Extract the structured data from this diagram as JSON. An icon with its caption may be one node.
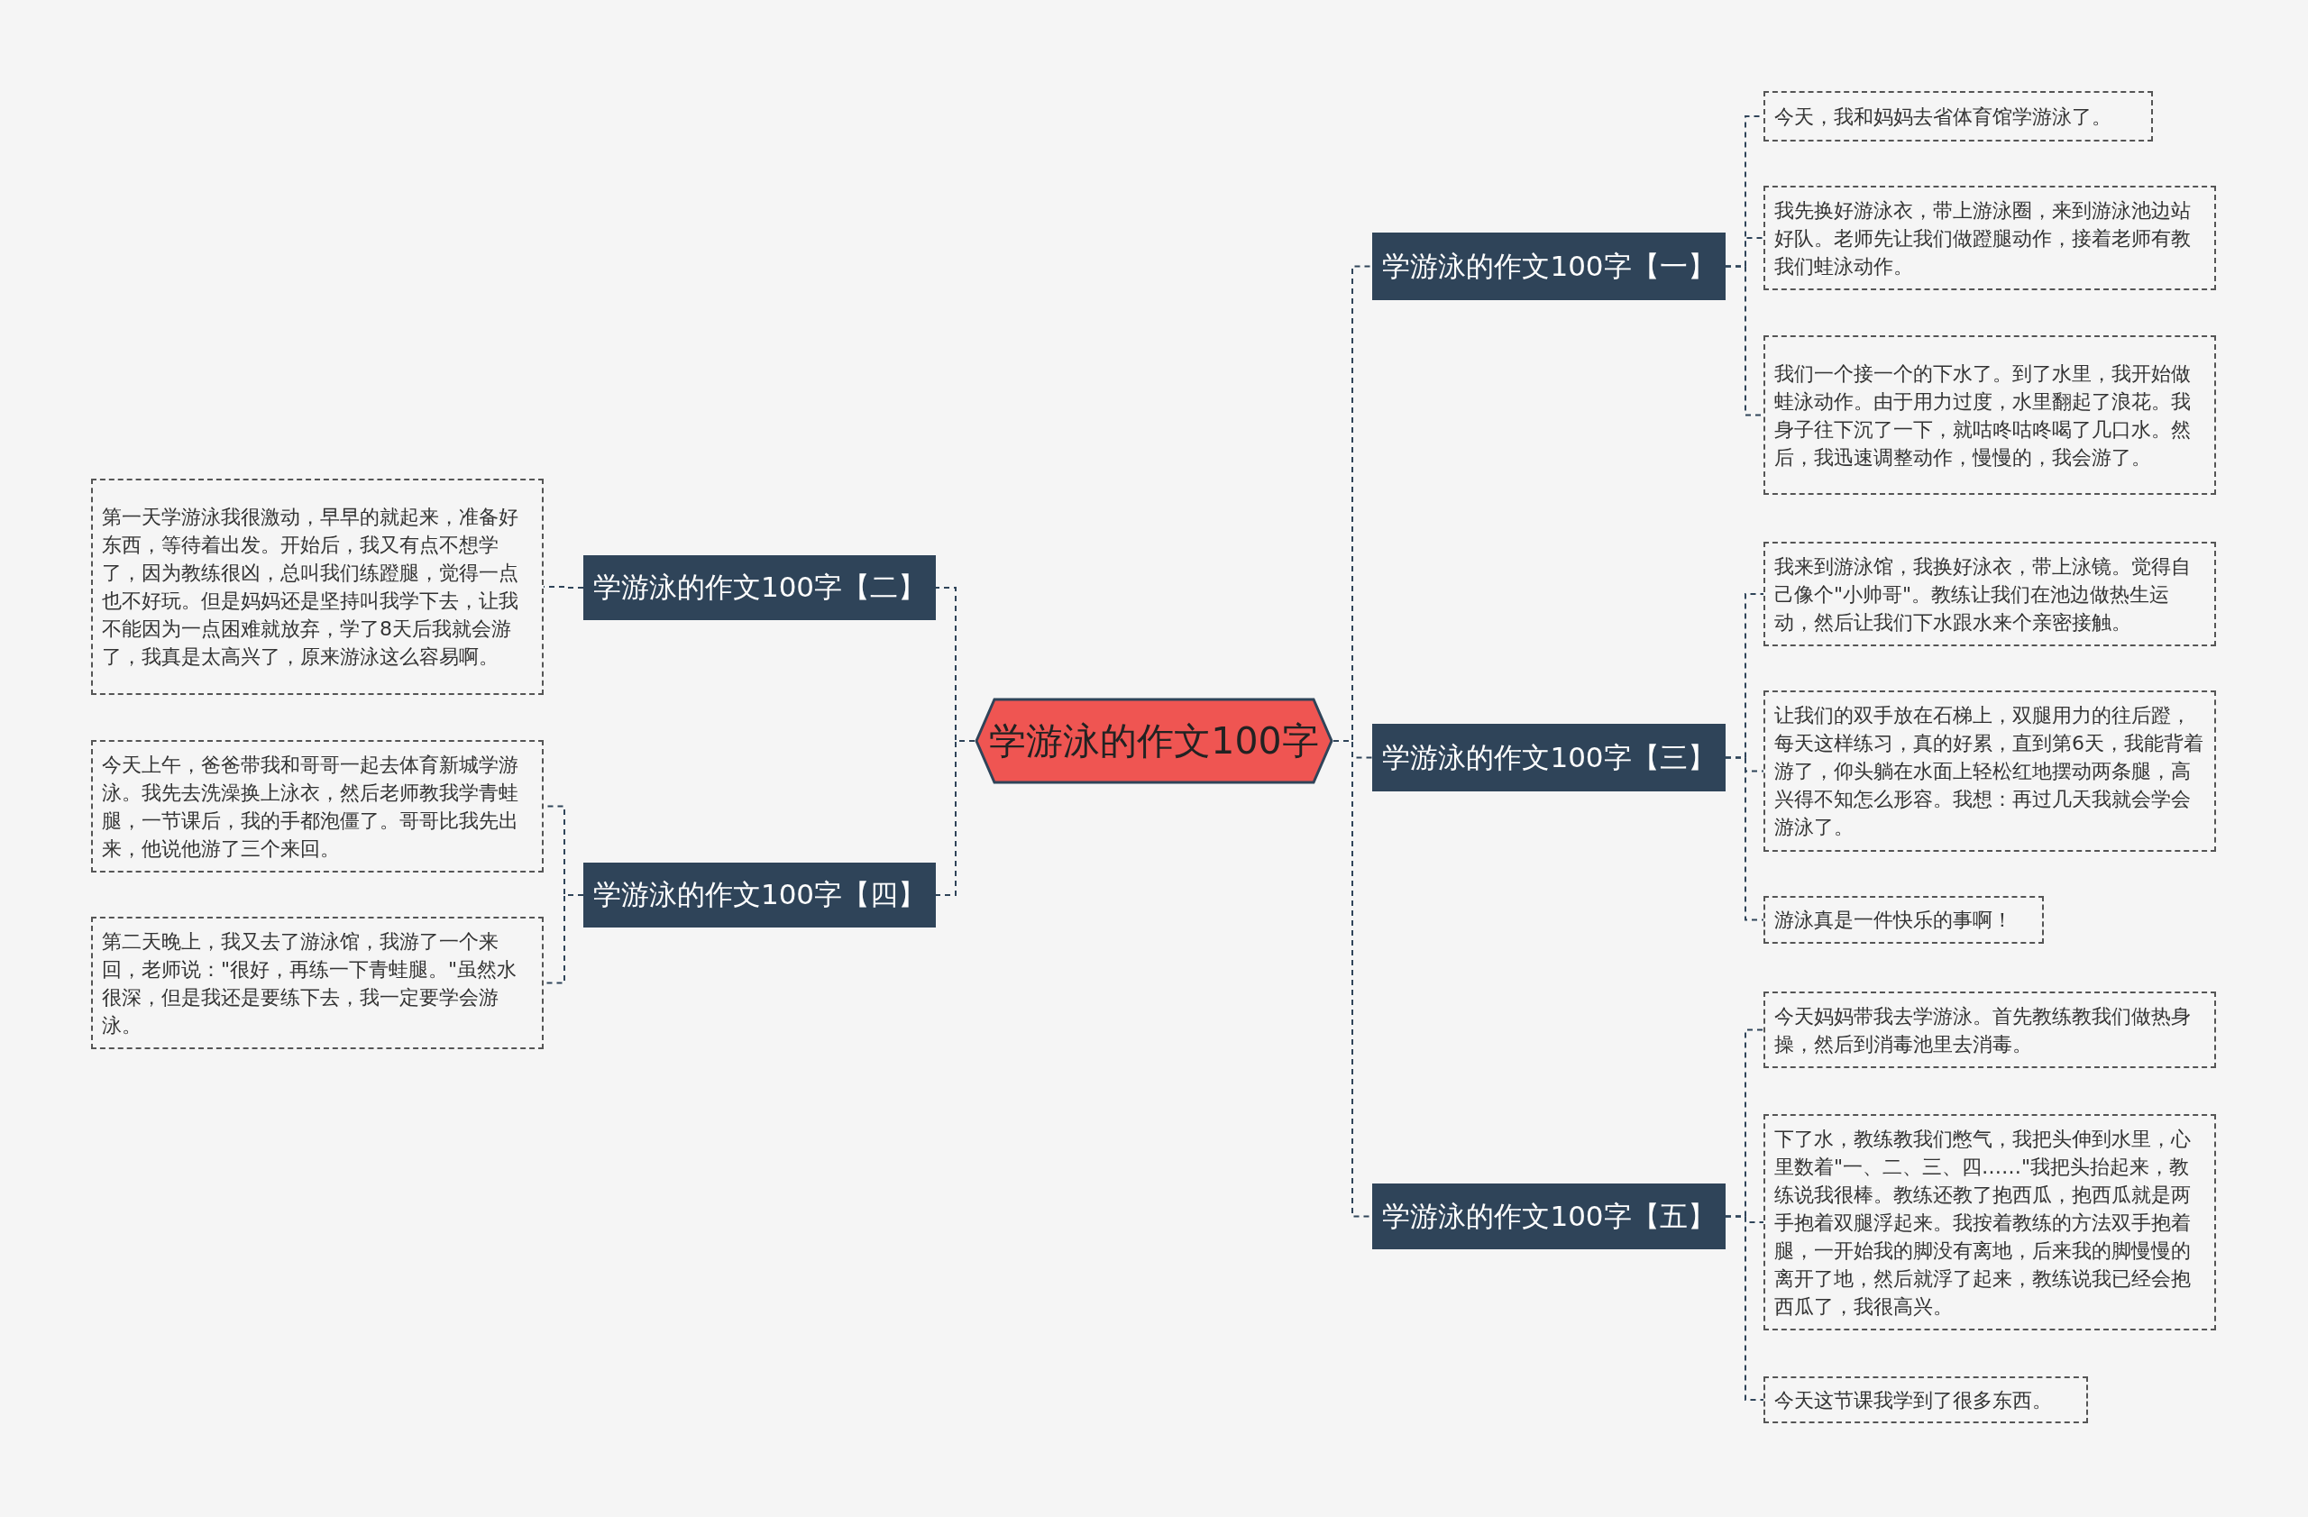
{
  "diagram": {
    "nodes": [
      {
        "text": [
          "学游泳的作文100字"
        ]
      },
      {
        "text": [
          "学游泳的作文100字【一】"
        ]
      },
      {
        "text": [
          "今天，我和妈妈去省体育馆学游泳了。"
        ]
      },
      {
        "text": [
          "我先换好游泳衣，带上游泳圈，来到游泳池边站好队。老师先让我们做蹬腿动作，接着老师有教我们蛙泳动作。"
        ]
      },
      {
        "text": [
          "我们一个接一个的下水了。到了水里，我开始做蛙泳动作。由于用力过度，水里翻起了浪花。我身子往下沉了一下，就咕咚咕咚喝了几口水。然后，我迅速调整动作，慢慢的，我会游了。"
        ]
      },
      {
        "text": [
          "学游泳的作文100字【二】"
        ]
      },
      {
        "text": [
          "第一天学游泳我很激动，早早的就起来，准备好东西，等待着出发。开始后，我又有点不想学了，因为教练很凶，总叫我们练蹬腿，觉得一点也不好玩。但是妈妈还是坚持叫我学下去，让我不能因为一点困难就放弃，学了8天后我就会游了，我真是太高兴了，原来游泳这么容易啊。"
        ]
      },
      {
        "text": [
          "学游泳的作文100字【三】"
        ]
      },
      {
        "text": [
          "我来到游泳馆，我换好泳衣，带上泳镜。觉得自己像个\"小帅哥\"。教练让我们在池边做热生运动，然后让我们下水跟水来个亲密接触。"
        ]
      },
      {
        "text": [
          "让我们的双手放在石梯上，双腿用力的往后蹬，每天这样练习，真的好累，直到第6天，我能背着游了，仰头躺在水面上轻松红地摆动两条腿，高兴得不知怎么形容。我想：再过几天我就会学会游泳了。"
        ]
      },
      {
        "text": [
          "游泳真是一件快乐的事啊！"
        ]
      },
      {
        "text": [
          "学游泳的作文100字【四】"
        ]
      },
      {
        "text": [
          "今天上午，爸爸带我和哥哥一起去体育新城学游泳。我先去洗澡换上泳衣，然后老师教我学青蛙腿，一节课后，我的手都泡僵了。哥哥比我先出来，他说他游了三个来回。"
        ]
      },
      {
        "text": [
          "第二天晚上，我又去了游泳馆，我游了一个来回，老师说：\"很好，再练一下青蛙腿。\"虽然水很深，但是我还是要练下去，我一定要学会游泳。"
        ]
      },
      {
        "text": [
          "学游泳的作文100字【五】"
        ]
      },
      {
        "text": [
          "今天妈妈带我去学游泳。首先教练教我们做热身操，然后到消毒池里去消毒。"
        ]
      },
      {
        "text": [
          "下了水，教练教我们憋气，我把头伸到水里，心里数着\"一、二、三、四……\"我把头抬起来，教练说我很棒。教练还教了抱西瓜，抱西瓜就是两手抱着双腿浮起来。我按着教练的方法双手抱着腿，一开始我的脚没有离地，后来我的脚慢慢的离开了地，然后就浮了起来，教练说我已经会抱西瓜了，我很高兴。"
        ]
      },
      {
        "text": [
          "今天这节课我学到了很多东西。"
        ]
      }
    ],
    "edges": [
      {
        "from": 0,
        "to": 1,
        "arrow": "none"
      },
      {
        "from": 1,
        "to": 2,
        "arrow": "none"
      },
      {
        "from": 1,
        "to": 3,
        "arrow": "none"
      },
      {
        "from": 1,
        "to": 4,
        "arrow": "none"
      },
      {
        "from": 0,
        "to": 5,
        "arrow": "none"
      },
      {
        "from": 5,
        "to": 6,
        "arrow": "none"
      },
      {
        "from": 0,
        "to": 7,
        "arrow": "none"
      },
      {
        "from": 7,
        "to": 8,
        "arrow": "none"
      },
      {
        "from": 7,
        "to": 9,
        "arrow": "none"
      },
      {
        "from": 7,
        "to": 10,
        "arrow": "none"
      },
      {
        "from": 0,
        "to": 11,
        "arrow": "none"
      },
      {
        "from": 11,
        "to": 12,
        "arrow": "none"
      },
      {
        "from": 11,
        "to": 13,
        "arrow": "none"
      },
      {
        "from": 0,
        "to": 14,
        "arrow": "none"
      },
      {
        "from": 14,
        "to": 15,
        "arrow": "none"
      },
      {
        "from": 14,
        "to": 16,
        "arrow": "none"
      },
      {
        "from": 14,
        "to": 17,
        "arrow": "none"
      }
    ]
  }
}
